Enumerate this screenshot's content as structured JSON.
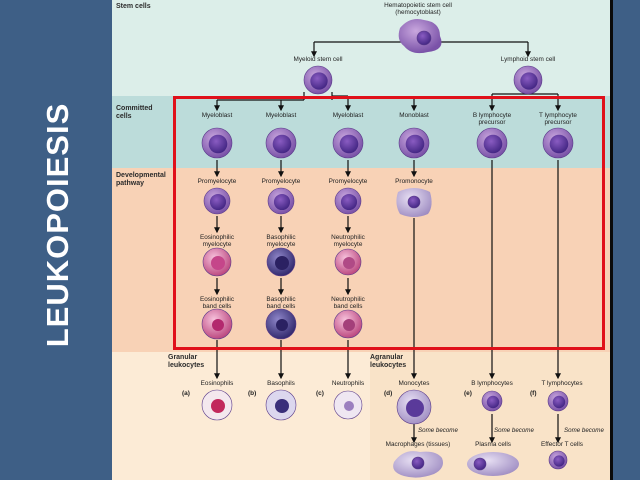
{
  "title": "LEUKOPOIESIS",
  "sections": {
    "stem_cells": "Stem cells",
    "committed_cells": "Committed\ncells",
    "developmental_pathway": "Developmental\npathway",
    "granular_leukocytes": "Granular\nleukocytes",
    "agranular_leukocytes": "Agranular\nleukocytes"
  },
  "stem": {
    "hematopoietic": "Hematopoietic stem cell\n(hemocytoblast)",
    "myeloid": "Myeloid stem cell",
    "lymphoid": "Lymphoid stem cell"
  },
  "committed": [
    "Myeloblast",
    "Myeloblast",
    "Myeloblast",
    "Monoblast",
    "B lymphocyte\nprecursor",
    "T lymphocyte\nprecursor"
  ],
  "stage1": [
    "Promyelocyte",
    "Promyelocyte",
    "Promyelocyte",
    "Promonocyte"
  ],
  "stage2": [
    "Eosinophilic\nmyelocyte",
    "Basophilic\nmyelocyte",
    "Neutrophilic\nmyelocyte"
  ],
  "stage3": [
    "Eosinophilic\nband cells",
    "Basophilic\nband cells",
    "Neutrophilic\nband cells"
  ],
  "mature": [
    "Eosinophils",
    "Basophils",
    "Neutrophils",
    "Monocytes",
    "B lymphocytes",
    "T lymphocytes"
  ],
  "mature_tags": [
    "(a)",
    "(b)",
    "(c)",
    "(d)",
    "(e)",
    "(f)"
  ],
  "some_become": "Some become",
  "final": [
    "Macrophages (tissues)",
    "Plasma cells",
    "Effector T cells"
  ],
  "colors": {
    "red_box": "#e0101a",
    "background": "#3e5f86",
    "stem_band": "#dceee9",
    "committed_band": "#bcdcda",
    "developmental_band": "#f8d2b6",
    "mature_band": "#fcebd6"
  }
}
